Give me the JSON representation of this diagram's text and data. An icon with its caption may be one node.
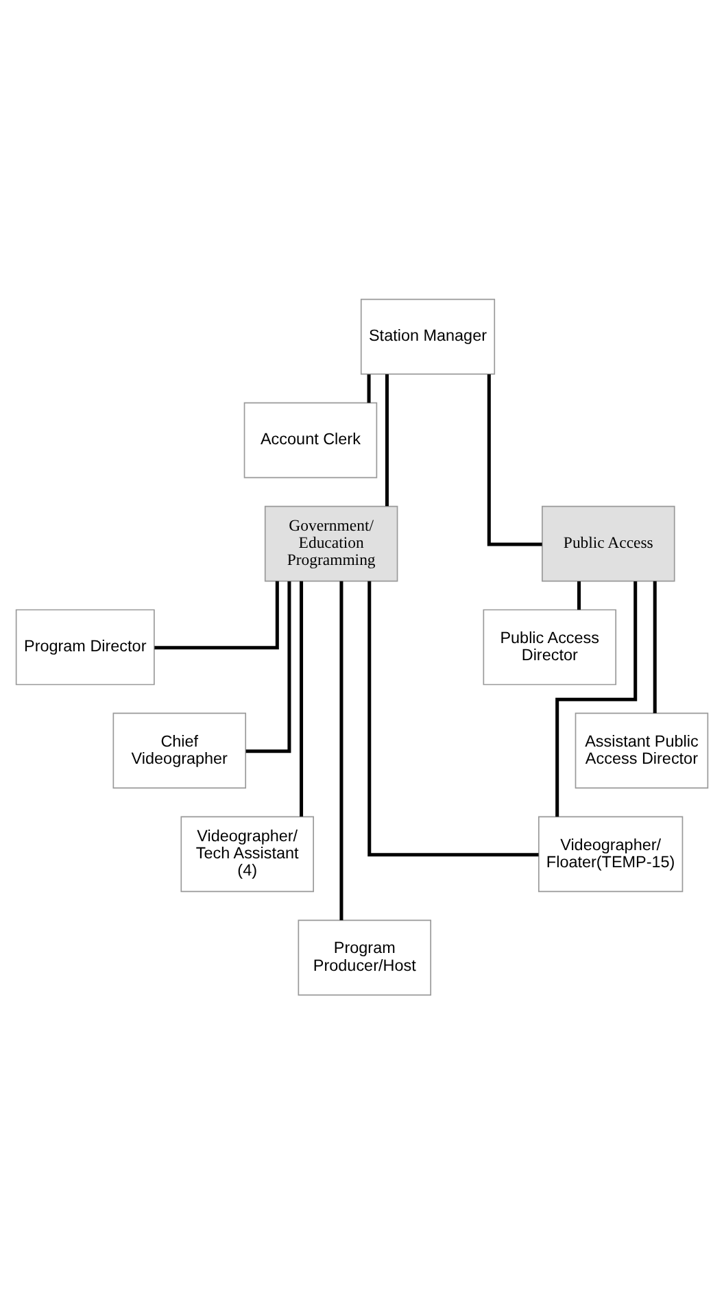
{
  "diagram": {
    "nodes": [
      {
        "text": [
          "Station Manager"
        ]
      },
      {
        "text": [
          "Account Clerk"
        ]
      },
      {
        "text": [
          "Government/ Education Programming"
        ]
      },
      {
        "text": [
          "Public Access"
        ]
      },
      {
        "text": [
          "Program Director"
        ]
      },
      {
        "text": [
          "Chief Videographer"
        ]
      },
      {
        "text": [
          "Videographer/ Tech Assistant (4)"
        ]
      },
      {
        "text": [
          "Program Producer/Host"
        ]
      },
      {
        "text": [
          "Public Access Director"
        ]
      },
      {
        "text": [
          "Assistant Public Access Director"
        ]
      },
      {
        "text": [
          "Videographer/ Floater(TEMP-15)"
        ]
      }
    ],
    "edges": [
      {
        "from": 0,
        "to": 1,
        "arrow": "none"
      },
      {
        "from": 0,
        "to": 2,
        "arrow": "none"
      },
      {
        "from": 0,
        "to": 3,
        "arrow": "none"
      },
      {
        "from": 2,
        "to": 4,
        "arrow": "none"
      },
      {
        "from": 2,
        "to": 5,
        "arrow": "none"
      },
      {
        "from": 2,
        "to": 6,
        "arrow": "none"
      },
      {
        "from": 2,
        "to": 7,
        "arrow": "none"
      },
      {
        "from": 2,
        "to": 10,
        "arrow": "none"
      },
      {
        "from": 3,
        "to": 8,
        "arrow": "none"
      },
      {
        "from": 3,
        "to": 9,
        "arrow": "none"
      },
      {
        "from": 3,
        "to": 10,
        "arrow": "none"
      }
    ]
  }
}
